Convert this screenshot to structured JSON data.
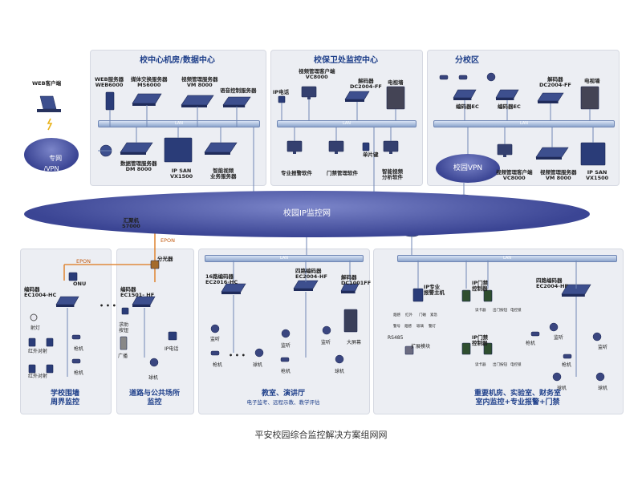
{
  "caption": "平安校园综合监控解决方案组网网",
  "top_sections": {
    "datacenter": "校中心机房/数据中心",
    "security": "校保卫处监控中心",
    "branch": "分校区"
  },
  "bottom_sections": {
    "perimeter": "学校围墙\n周界监控",
    "road": "道路与公共场所\n监控",
    "classroom_title": "教室、演讲厅",
    "classroom_sub": "电子监考、远程示教、教学评估",
    "important": "重要机房、实验室、财务室\n室内监控+专业报警+门禁"
  },
  "network": {
    "campus_net": "校园IP监控网",
    "private_vpn": "专网\n/VPN",
    "campus_vpn": "校园VPN",
    "lan": "LAN",
    "epon": "EPON",
    "onu": "ONU",
    "splitter": "分光器",
    "olt": "汇聚机\nS7000",
    "web_client": "WEB客户端"
  },
  "datacenter_devices": {
    "web": "WEB服务器\nWEB6000",
    "ms": "媒体交换服务器\nMS6000",
    "vm": "视频管理服务器\nVM 8000",
    "voice": "语音控制服务器",
    "dm": "数据管理服务器\nDM 8000",
    "ipsan": "IP SAN\nVX1500",
    "smart": "智能视频\n业务服务器"
  },
  "security_devices": {
    "ipphone": "IP电话",
    "vc": "视频管理客户端\nVC8000",
    "decoder": "解码器\nDC2004-FF",
    "tvwall": "电视墙",
    "alarm_sw": "专业报警软件",
    "access_sw": "门禁管理软件",
    "keyboard": "单片键",
    "smart_sw": "智能视频\n分析软件"
  },
  "branch_devices": {
    "encoder_ec1": "编码器EC",
    "encoder_ec2": "编码器EC",
    "decoder": "解码器\nDC2004-FF",
    "tvwall": "电视墙",
    "vc": "视频管理客户端\nVC8000",
    "vm": "视频管理服务器\nVM 8000",
    "ipsan": "IP SAN\nVX1500"
  },
  "perimeter_devices": {
    "encoder": "编码器\nEC1004-HC",
    "spotlight": "射灯",
    "ir1": "红外对射",
    "ir2": "红外对射",
    "cam1": "枪机",
    "cam2": "枪机"
  },
  "road_devices": {
    "encoder": "编码器\nEC1501- HF",
    "ellipsis": "• • •",
    "help": "求助\n按钮",
    "broadcast": "广播",
    "ipphone": "IP电话",
    "dome": "球机"
  },
  "classroom_devices": {
    "enc16": "16路编码器\nEC2016-HC",
    "enc4": "四路编码器\nEC2004-HF",
    "decoder": "解码器\nDC1001FF",
    "monitor1": "监听",
    "gun": "枪机",
    "ellipsis": "• • •",
    "dome1": "球机",
    "monitor2": "监听",
    "gun2": "枪机",
    "monitor3": "监听",
    "dome2": "球机",
    "bigscreen": "大屏幕"
  },
  "important_devices": {
    "alarm_host": "IP专业\n报警主机",
    "ip_access1": "IP门禁\n控制器",
    "ip_access2": "IP门禁\n控制器",
    "enc4": "四路编码器\nEC2004-HF",
    "listen1": "监听",
    "gun": "枪机",
    "listen2": "监听",
    "gun2": "枪机",
    "dome1": "球机",
    "dome2": "球机",
    "rs485": "RS485",
    "expander": "扩展模块",
    "s1": "烟感",
    "s2": "红外",
    "s3": "门磁",
    "s4": "紧急",
    "s5": "警号",
    "s6": "烟感",
    "s7": "玻璃",
    "s8": "警灯",
    "a1": "读卡器",
    "a2": "出门按钮",
    "a3": "电控锁",
    "a4": "读卡器",
    "a5": "出门按钮",
    "a6": "电控锁"
  },
  "colors": {
    "title_blue": "#1e3f8a",
    "cloud": "#4a53a3",
    "panel": "#eceef3",
    "device": "#2a3c78",
    "epon": "#e08a3c"
  }
}
